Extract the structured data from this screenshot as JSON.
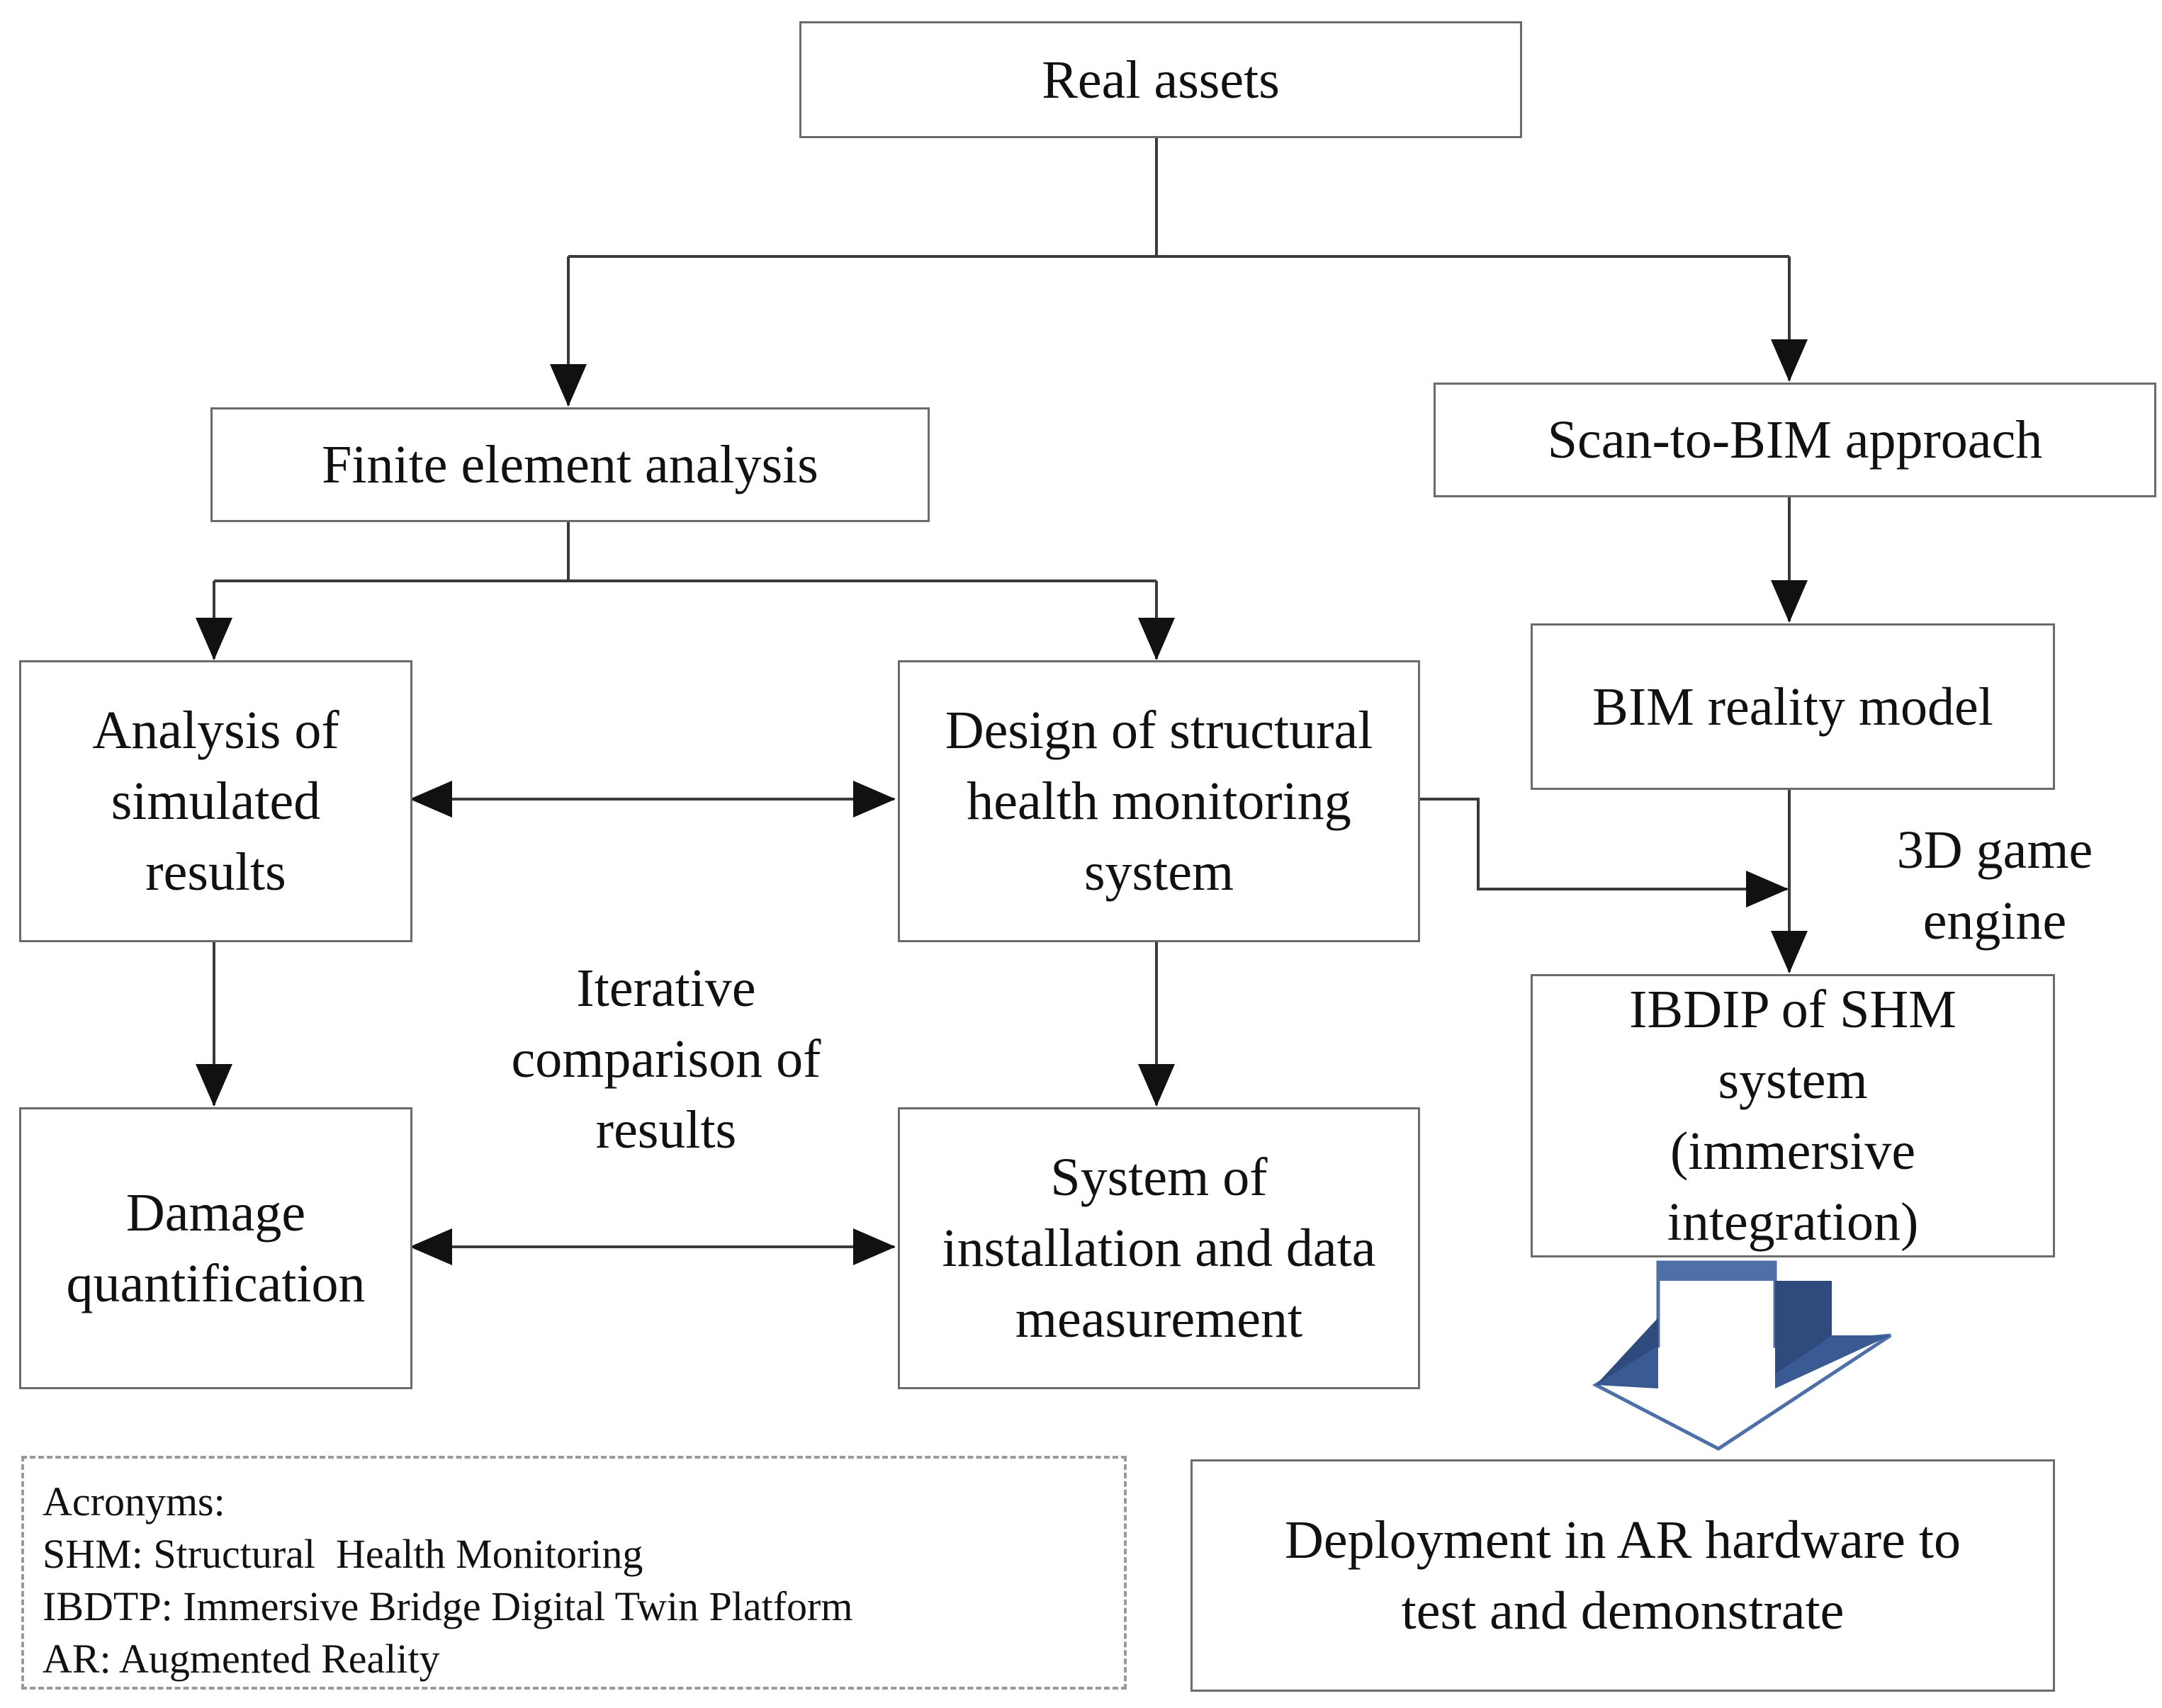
{
  "nodes": {
    "real_assets": "Real assets",
    "fea": "Finite element analysis",
    "scan_to_bim": "Scan-to-BIM approach",
    "analysis": "Analysis of\nsimulated\nresults",
    "design_shm": "Design of structural\nhealth monitoring\nsystem",
    "bim_model": "BIM reality model",
    "damage": "Damage\nquantification",
    "installation": "System of\ninstallation and data\nmeasurement",
    "ibdip": "IBDIP of SHM\nsystem\n(immersive\nintegration)",
    "deployment": "Deployment in AR hardware to\ntest and demonstrate"
  },
  "labels": {
    "iterative": "Iterative\ncomparison of\nresults",
    "game_engine": "3D game\nengine"
  },
  "legend": {
    "title": "Acronyms:",
    "items": [
      "SHM: Structural  Health Monitoring",
      "IBDTP: Immersive Bridge Digital Twin Platform",
      "AR: Augmented Reality"
    ]
  },
  "colors": {
    "line": "#3a3a3a",
    "box_border": "#6b6b6b",
    "big_arrow_dark": "#2f4a7c",
    "big_arrow_light": "#4f6fa8"
  }
}
